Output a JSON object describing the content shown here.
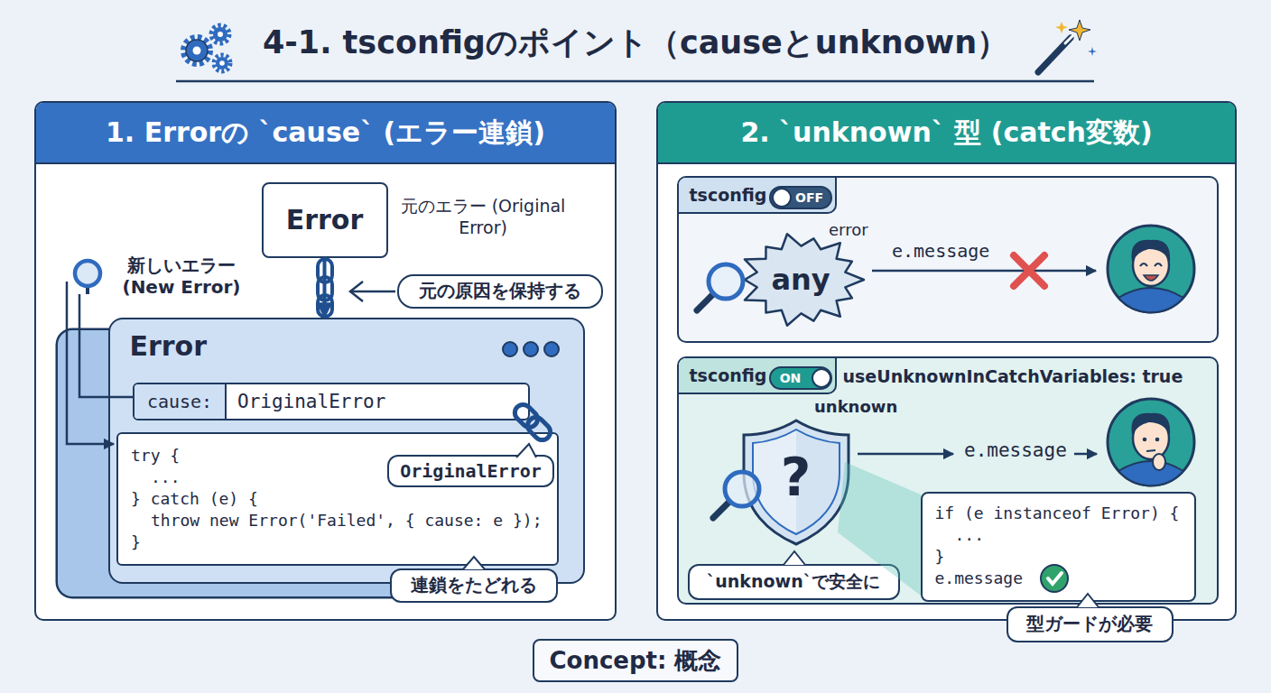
{
  "diagram": {
    "title": "4-1. tsconfigのポイント（causeとunknown）",
    "nodes": [
      {
        "text": [
          "1. Errorの `cause` (エラー連鎖)"
        ]
      },
      {
        "text": [
          "Error"
        ],
        "in": 0
      },
      {
        "text": [
          "元の原因を保持する"
        ],
        "in": 0
      },
      {
        "text": [
          "Error"
        ],
        "in": 0
      },
      {
        "text": [
          "cause:",
          "OriginalError"
        ],
        "in": 3
      },
      {
        "text": [
          "try {",
          "...",
          "} catch (e) {",
          "throw new Error('Failed', { cause: e });",
          "}"
        ],
        "in": 3
      },
      {
        "text": [
          "OriginalError"
        ],
        "in": 5
      },
      {
        "text": [
          "連鎖をたどれる"
        ],
        "in": 0
      },
      {
        "text": [
          "2. `unknown` 型 (catch変数)"
        ]
      },
      {
        "text": [
          "tsconfig"
        ],
        "in": 8
      },
      {
        "text": [
          "OFF"
        ],
        "in": 9
      },
      {
        "text": [
          "any"
        ],
        "in": 9
      },
      {
        "text": [
          "tsconfig",
          "useUnknownInCatchVariables: true"
        ],
        "in": 8
      },
      {
        "text": [
          "ON"
        ],
        "in": 12
      },
      {
        "text": [
          "?"
        ],
        "in": 12
      },
      {
        "text": [
          "if (e instanceof Error) {",
          "...",
          "}",
          "e.message"
        ],
        "in": 12
      },
      {
        "text": [
          "`unknown`で安全に"
        ],
        "in": 12
      },
      {
        "text": [
          "型ガードが必要"
        ],
        "in": 8
      },
      {
        "text": [
          "Concept: 概念"
        ]
      }
    ],
    "edges": [
      {
        "from": 1,
        "to": 3,
        "arrow": "to"
      }
    ],
    "labels": [
      "元のエラー (Original Error)",
      "新しいエラー (New Error)",
      "error",
      "e.message",
      "unknown",
      "e.message"
    ]
  }
}
